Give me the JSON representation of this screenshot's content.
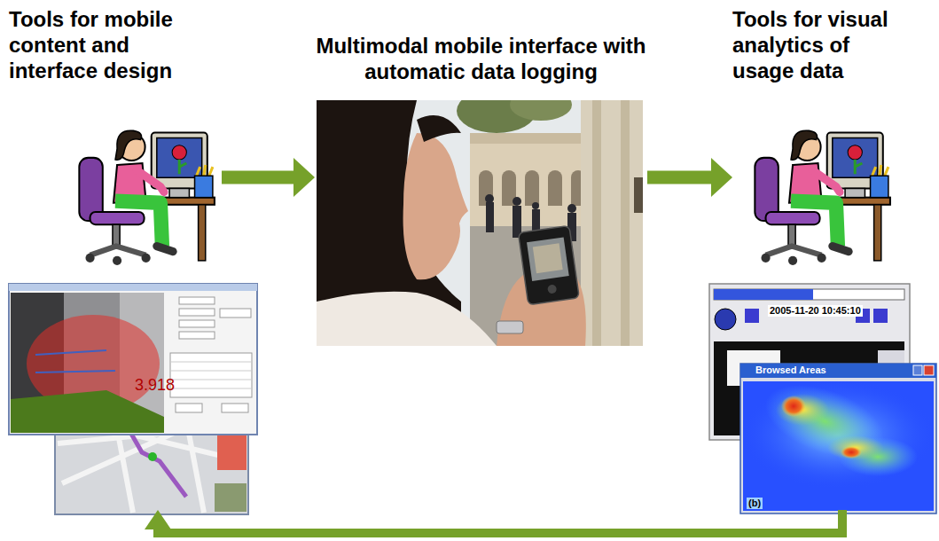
{
  "diagram": {
    "nodes": [
      {
        "text": [
          "Tools for mobile content and interface design"
        ]
      },
      {
        "text": [
          "Multimodal mobile interface with automatic data logging"
        ]
      },
      {
        "text": [
          "Tools for visual analytics of usage data"
        ]
      }
    ],
    "edges": [
      {
        "from": 0,
        "to": 1,
        "arrow": "to"
      },
      {
        "from": 1,
        "to": 2,
        "arrow": "to"
      },
      {
        "from": 2,
        "to": 0,
        "arrow": "to"
      }
    ],
    "labels": [
      "3.918",
      "2005-11-20 10:45:10",
      "Browsed Areas",
      "(b)"
    ]
  }
}
